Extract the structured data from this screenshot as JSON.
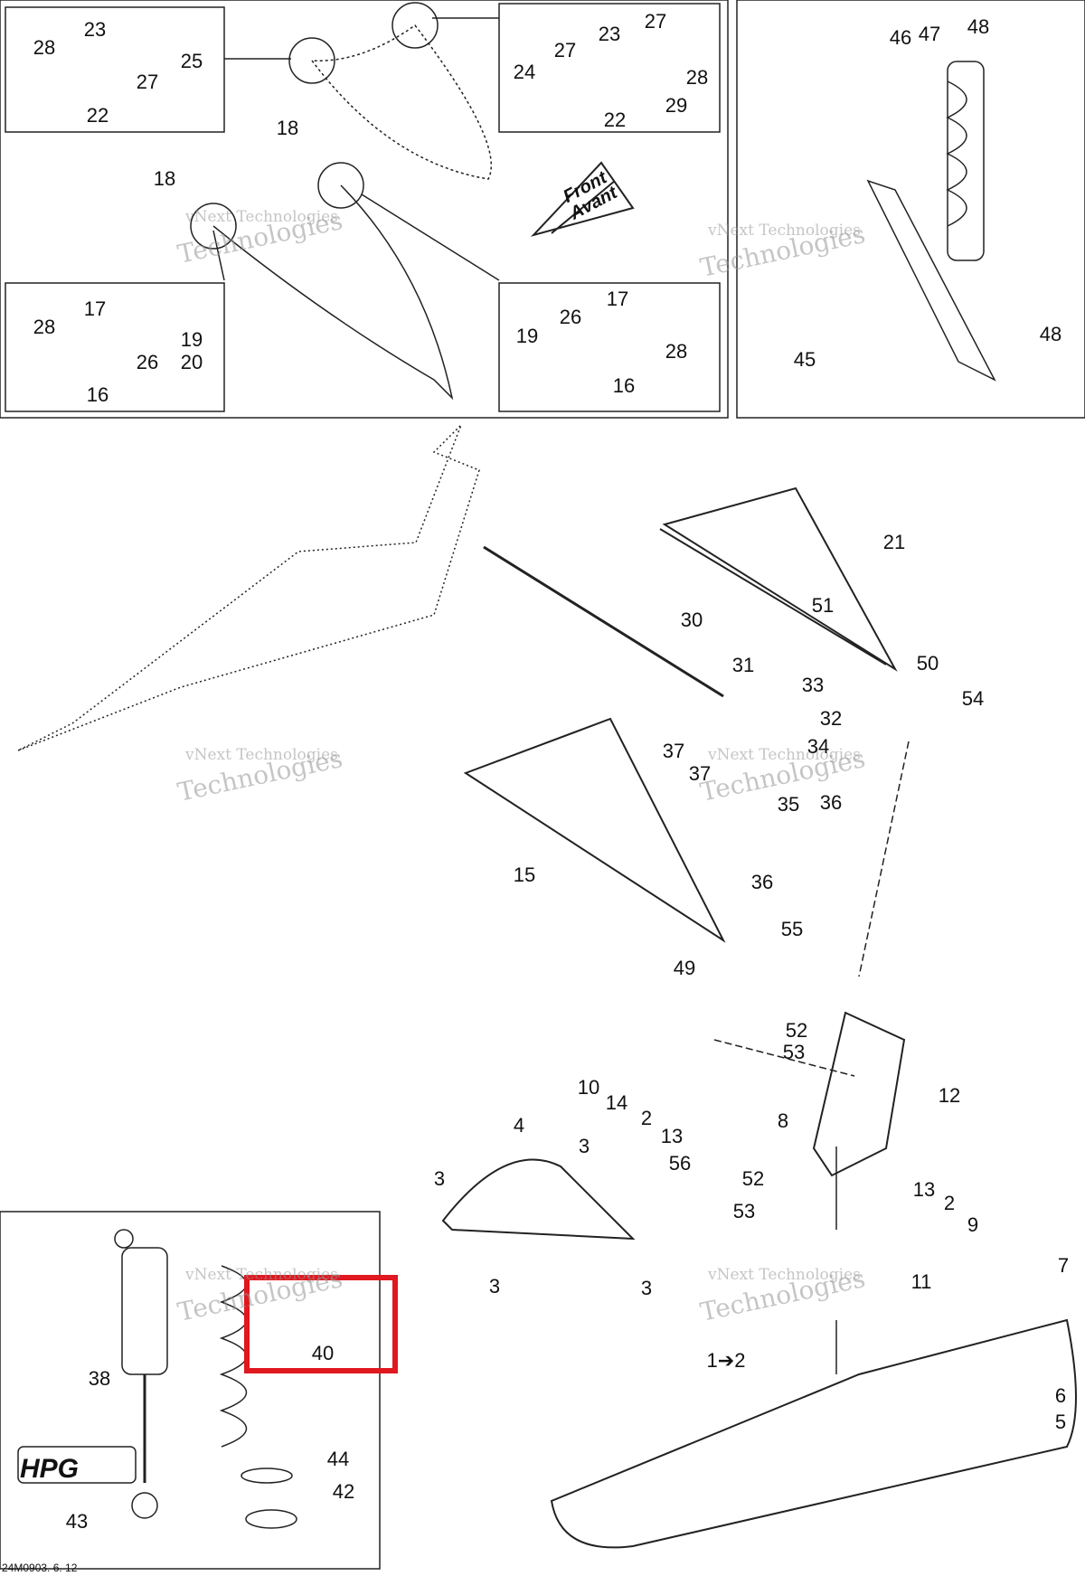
{
  "diagram": {
    "footer_code": "24M0903. 6. 12",
    "front_arrow": [
      "Front",
      "Avant"
    ],
    "logo_text": "HPG",
    "watermark": [
      "vNext Technologies",
      "Technologies"
    ],
    "labels": {
      "p28a": "28",
      "p23a": "23",
      "p25": "25",
      "p27a": "27",
      "p22a": "22",
      "p24": "24",
      "p27b": "27",
      "p23b": "23",
      "p27c": "27",
      "p28b": "28",
      "p29": "29",
      "p22b": "22",
      "p18a": "18",
      "p18b": "18",
      "p28c": "28",
      "p17a": "17",
      "p19a": "19",
      "p20": "20",
      "p26a": "26",
      "p16a": "16",
      "p19b": "19",
      "p26b": "26",
      "p17b": "17",
      "p28d": "28",
      "p16b": "16",
      "p46": "46",
      "p47": "47",
      "p48a": "48",
      "p48b": "48",
      "p45": "45",
      "p21": "21",
      "p30": "30",
      "p51": "51",
      "p31": "31",
      "p33": "33",
      "p50": "50",
      "p54": "54",
      "p32": "32",
      "p37a": "37",
      "p34": "34",
      "p37b": "37",
      "p35": "35",
      "p36a": "36",
      "p15": "15",
      "p36b": "36",
      "p55": "55",
      "p49": "49",
      "p52a": "52",
      "p53a": "53",
      "p12": "12",
      "p10": "10",
      "p14": "14",
      "p2a": "2",
      "p8": "8",
      "p13a": "13",
      "p56": "56",
      "p4": "4",
      "p3a": "3",
      "p3b": "3",
      "p3c": "3",
      "p3d": "3",
      "p52b": "52",
      "p53b": "53",
      "p13b": "13",
      "p2b": "2",
      "p9": "9",
      "p7": "7",
      "p11": "11",
      "p1to2": "1➔2",
      "p6": "6",
      "p5": "5",
      "p38": "38",
      "p40": "40",
      "p43": "43",
      "p44": "44",
      "p42": "42"
    }
  }
}
